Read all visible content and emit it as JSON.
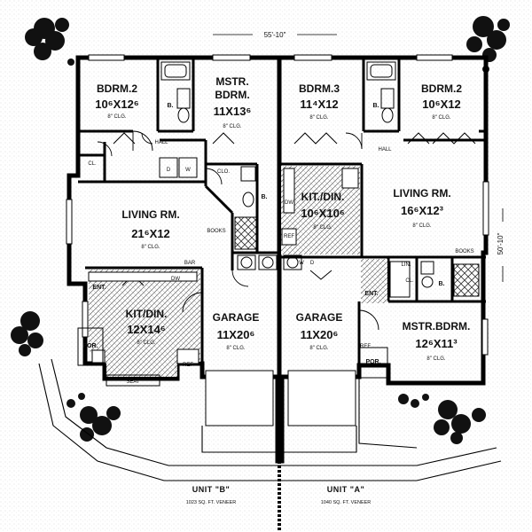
{
  "overall": {
    "width_label": "55'-10\"",
    "depth_label": "50'-10\""
  },
  "units": [
    {
      "id": "unit-b",
      "name": "UNIT \"B\"",
      "sqft": "1023 SQ. FT. VENEER"
    },
    {
      "id": "unit-a",
      "name": "UNIT \"A\"",
      "sqft": "1040 SQ. FT. VENEER"
    }
  ],
  "rooms": {
    "b_bdrm2": {
      "name": "BDRM.2",
      "dim": "10⁶X12⁶",
      "clg": "8\" CLG."
    },
    "b_mstr": {
      "name_line1": "MSTR.",
      "name_line2": "BDRM.",
      "dim": "11X13⁶",
      "clg": "8\" CLG."
    },
    "b_living": {
      "name": "LIVING RM.",
      "dim": "21⁶X12",
      "clg": "8\" CLG."
    },
    "b_kitdin": {
      "name": "KIT/DIN.",
      "dim": "12X14⁶",
      "clg": "8\" CLG."
    },
    "b_garage": {
      "name": "GARAGE",
      "dim": "11X20⁶",
      "clg": "8\" CLG."
    },
    "a_bdrm3": {
      "name": "BDRM.3",
      "dim": "11⁴X12",
      "clg": "8\" CLG."
    },
    "a_bdrm2": {
      "name": "BDRM.2",
      "dim": "10⁶X12",
      "clg": "8\" CLG."
    },
    "a_living": {
      "name": "LIVING RM.",
      "dim": "16⁶X12³",
      "clg": "8\" CLG."
    },
    "a_kitdin": {
      "name": "KIT./DIN.",
      "dim": "10⁶X10⁶",
      "clg": "8\" CLG."
    },
    "a_garage": {
      "name": "GARAGE",
      "dim": "11X20⁶",
      "clg": "8\" CLG."
    },
    "a_mstr": {
      "name": "MSTR.BDRM.",
      "dim": "12⁶X11³",
      "clg": "8\" CLG."
    }
  },
  "labels": {
    "b_bath": "B.",
    "b_hall": "HALL",
    "b_cl": "CL.",
    "b_d": "D",
    "b_w": "W",
    "b_clo": "CLO.",
    "b_b2": "B.",
    "b_books": "BOOKS",
    "b_bar": "BAR",
    "b_dw": "DW",
    "b_ent": "ENT.",
    "b_por": "POR.",
    "b_seat": "SEAT",
    "b_ref": "REF",
    "a_bath": "B.",
    "a_hall": "HALL",
    "a_dw": "DW",
    "a_ref": "REF",
    "a_w": "W",
    "a_d": "D",
    "a_books": "BOOKS",
    "a_lin": "LIN.",
    "a_cl": "CL.",
    "a_b": "B.",
    "a_ent": "ENT.",
    "a_por": "POR.",
    "a_ref2": "REF"
  }
}
